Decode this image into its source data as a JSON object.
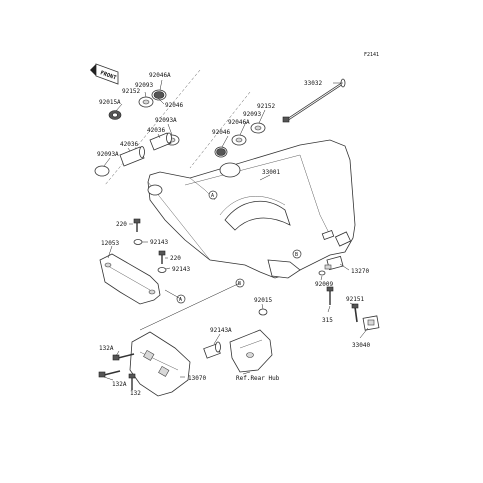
{
  "diagram": {
    "code": "F2141",
    "front_marker": "FRONT",
    "references": [
      "A",
      "B"
    ],
    "parts": {
      "p33032": "33032",
      "p92152a": "92152",
      "p92046a": "92046A",
      "p92093": "92093",
      "p92046": "92046",
      "p92093a_top": "92093A",
      "p42036a": "42036",
      "p92015a": "92015A",
      "p42036b": "42036",
      "p92093a_left": "92093A",
      "p92152b": "92152",
      "p92093b": "92093",
      "p92046a_b": "92046A",
      "p92046b": "92046",
      "p33001": "33001",
      "p220a": "220",
      "p92143a": "92143",
      "p220b": "220",
      "p92143b": "92143",
      "p12053": "12053",
      "p13270": "13270",
      "p92009": "92009",
      "p92015": "92015",
      "p92151": "92151",
      "p315": "315",
      "p33040": "33040",
      "p92143A": "92143A",
      "p132a_top": "132A",
      "p132a_bottom": "132A",
      "p132": "132",
      "p13070": "13070",
      "ref_rear_hub": "Ref.Rear Hub"
    }
  }
}
